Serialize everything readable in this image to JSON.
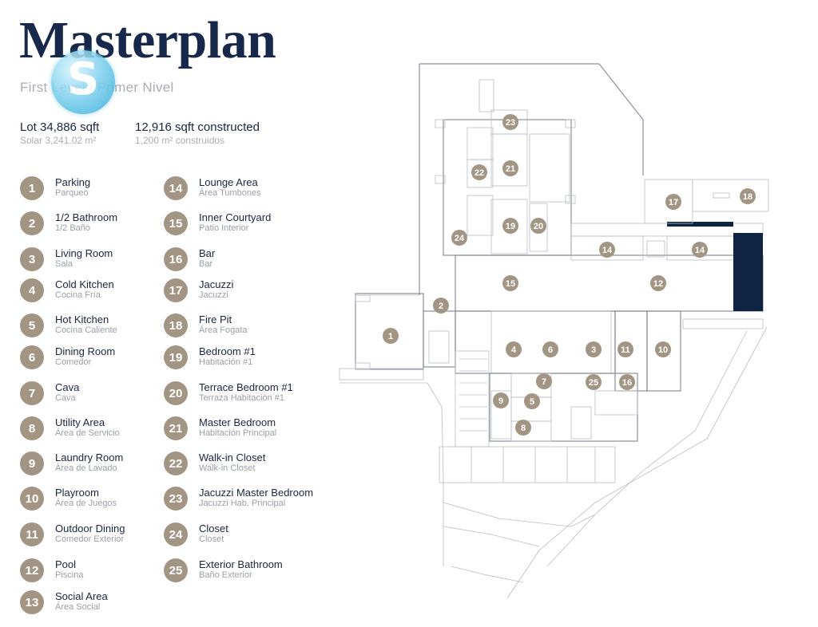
{
  "header": {
    "title": "Masterplan",
    "subtitle": "First Level | Primer Nivel",
    "watermark_letter": "S"
  },
  "stats": {
    "lot": {
      "main": "Lot 34,886 sqft",
      "sub": "Solar 3,241.02 m²"
    },
    "constructed": {
      "main": "12,916 sqft constructed",
      "sub": "1,200 m² construidos"
    }
  },
  "colors": {
    "title": "#17284a",
    "badge": "#a39583",
    "subtitle": "#a9adb4",
    "pool": "#0f2442"
  },
  "legend": [
    {
      "num": "1",
      "en": "Parking",
      "es": "Parqueo"
    },
    {
      "num": "2",
      "en": "1/2 Bathroom",
      "es": "1/2 Baño"
    },
    {
      "num": "3",
      "en": "Living Room",
      "es": "Sala"
    },
    {
      "num": "4",
      "en": "Cold Kitchen",
      "es": "Cocina Fría"
    },
    {
      "num": "5",
      "en": "Hot Kitchen",
      "es": "Cocina Caliente"
    },
    {
      "num": "6",
      "en": "Dining Room",
      "es": "Comedor"
    },
    {
      "num": "7",
      "en": "Cava",
      "es": "Cava"
    },
    {
      "num": "8",
      "en": "Utility Area",
      "es": "Área de Servicio"
    },
    {
      "num": "9",
      "en": "Laundry Room",
      "es": "Área de Lavado"
    },
    {
      "num": "10",
      "en": "Playroom",
      "es": "Área de Juegos"
    },
    {
      "num": "11",
      "en": "Outdoor Dining",
      "es": "Comedor Exterior"
    },
    {
      "num": "12",
      "en": "Pool",
      "es": "Piscina"
    },
    {
      "num": "13",
      "en": "Social Area",
      "es": "Área Social"
    },
    {
      "num": "14",
      "en": "Lounge Area",
      "es": "Área Tumbones"
    },
    {
      "num": "15",
      "en": "Inner Courtyard",
      "es": "Patio Interior"
    },
    {
      "num": "16",
      "en": "Bar",
      "es": "Bar"
    },
    {
      "num": "17",
      "en": "Jacuzzi",
      "es": "Jacuzzi"
    },
    {
      "num": "18",
      "en": "Fire Pit",
      "es": "Área Fogata"
    },
    {
      "num": "19",
      "en": "Bedroom #1",
      "es": "Habitación #1"
    },
    {
      "num": "20",
      "en": "Terrace Bedroom #1",
      "es": "Terraza Habitación #1"
    },
    {
      "num": "21",
      "en": "Master Bedroom",
      "es": "Habitación Principal"
    },
    {
      "num": "22",
      "en": "Walk-in Closet",
      "es": "Walk-in Closet"
    },
    {
      "num": "23",
      "en": "Jacuzzi Master Bedroom",
      "es": "Jacuzzi Hab. Principal"
    },
    {
      "num": "24",
      "en": "Closet",
      "es": "Closet"
    },
    {
      "num": "25",
      "en": "Exterior Bathroom",
      "es": "Baño Exterior"
    }
  ],
  "plan_markers": [
    "23",
    "22",
    "21",
    "17",
    "18",
    "24",
    "19",
    "20",
    "14",
    "14",
    "15",
    "12",
    "2",
    "1",
    "4",
    "6",
    "3",
    "11",
    "10",
    "7",
    "25",
    "16",
    "9",
    "5",
    "8"
  ]
}
